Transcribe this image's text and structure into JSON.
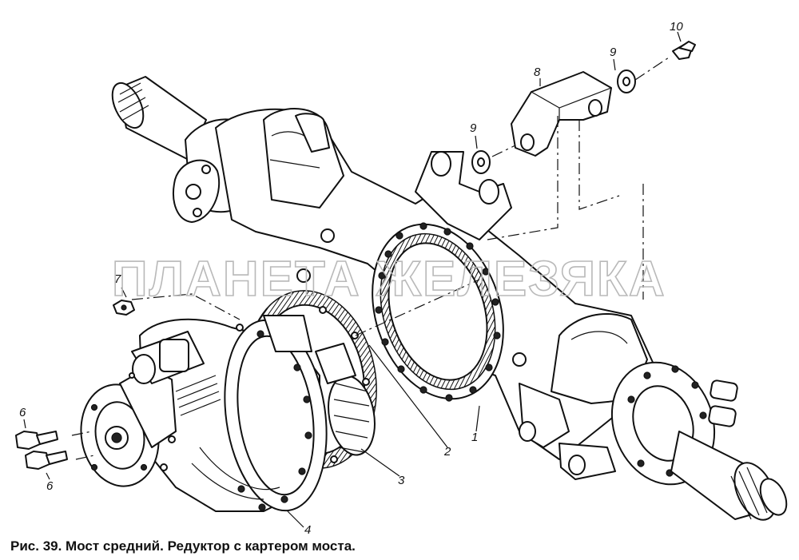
{
  "figure": {
    "caption": "Рис. 39. Мост средний. Редуктор с картером моста.",
    "watermark": "ПЛАНЕТА ЖЕЛЕЗЯКА",
    "callouts": [
      "1",
      "2",
      "3",
      "4",
      "6",
      "6",
      "7",
      "8",
      "9",
      "9",
      "10"
    ]
  },
  "icons": {
    "drawing": "drive-axle-exploded-drawing"
  }
}
